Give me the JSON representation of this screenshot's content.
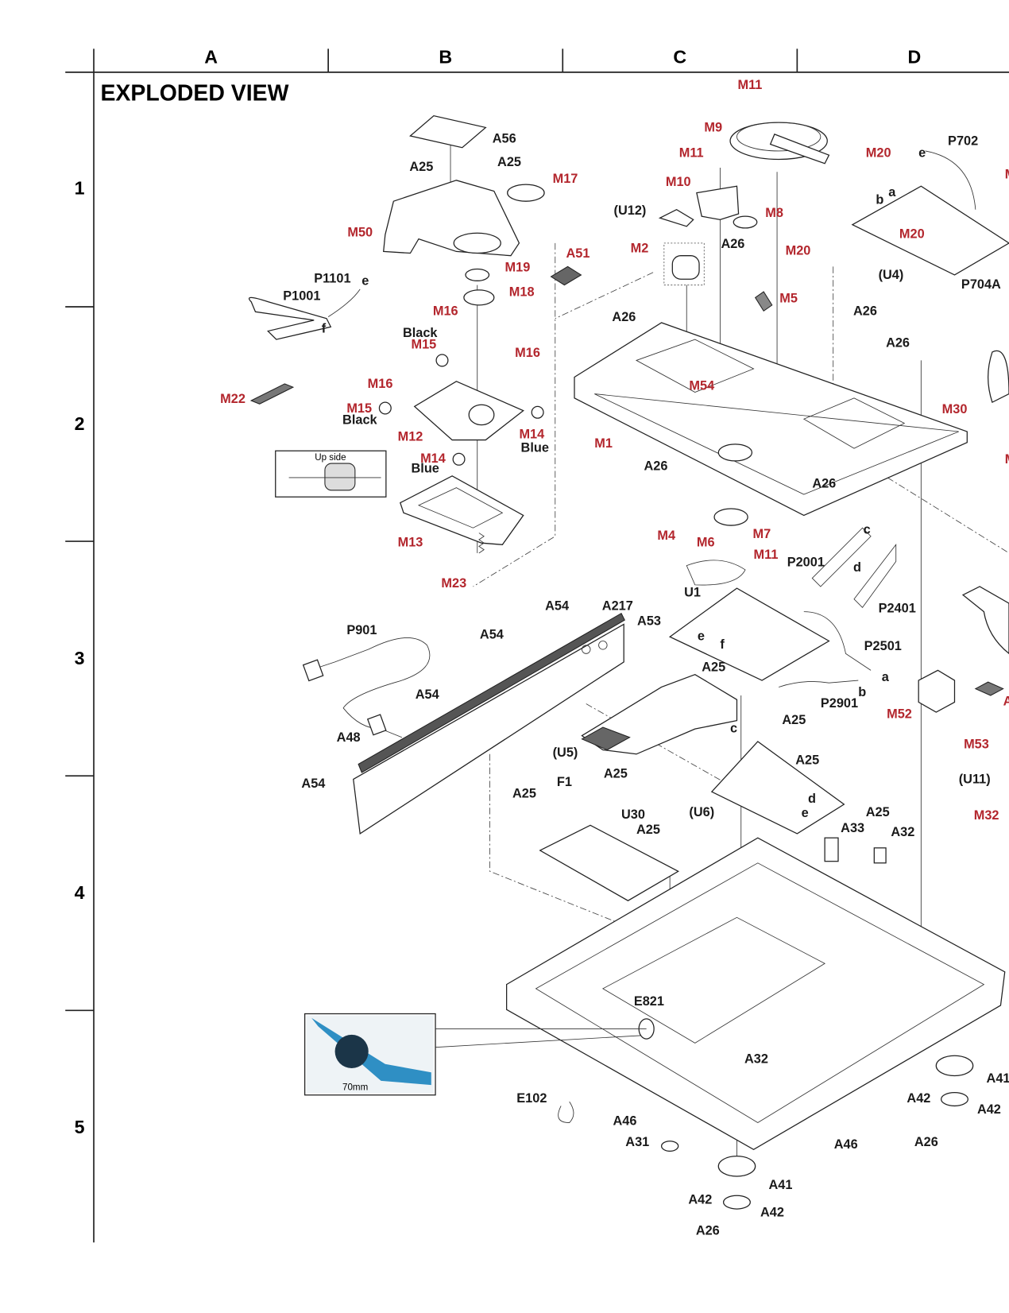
{
  "title": "EXPLODED VIEW",
  "colors": {
    "part_label_red": "#b3262d",
    "part_label_black": "#1a1a1a",
    "photo_blue": "#2f8fc4"
  },
  "columns": [
    "A",
    "B",
    "C",
    "D"
  ],
  "rows": [
    "1",
    "2",
    "3",
    "4",
    "5"
  ],
  "insets": {
    "up_side": "Up side",
    "length": "70mm"
  },
  "labels": [
    {
      "t": "M11",
      "c": "r"
    },
    {
      "t": "M9",
      "c": "r"
    },
    {
      "t": "M11",
      "c": "r"
    },
    {
      "t": "M10",
      "c": "r"
    },
    {
      "t": "M8",
      "c": "r"
    },
    {
      "t": "(U12)",
      "c": "k"
    },
    {
      "t": "M2",
      "c": "r"
    },
    {
      "t": "A26",
      "c": "k"
    },
    {
      "t": "M20",
      "c": "r"
    },
    {
      "t": "M5",
      "c": "r"
    },
    {
      "t": "A26",
      "c": "k"
    },
    {
      "t": "A26",
      "c": "k"
    },
    {
      "t": "A26",
      "c": "k"
    },
    {
      "t": "M54",
      "c": "r"
    },
    {
      "t": "M30",
      "c": "r"
    },
    {
      "t": "M1",
      "c": "r"
    },
    {
      "t": "A26",
      "c": "k"
    },
    {
      "t": "A26",
      "c": "k"
    },
    {
      "t": "M4",
      "c": "r"
    },
    {
      "t": "M6",
      "c": "r"
    },
    {
      "t": "M7",
      "c": "r"
    },
    {
      "t": "M11",
      "c": "r"
    },
    {
      "t": "A56",
      "c": "k"
    },
    {
      "t": "A25",
      "c": "k"
    },
    {
      "t": "A25",
      "c": "k"
    },
    {
      "t": "M17",
      "c": "r"
    },
    {
      "t": "M50",
      "c": "r"
    },
    {
      "t": "A51",
      "c": "r"
    },
    {
      "t": "M19",
      "c": "r"
    },
    {
      "t": "M18",
      "c": "r"
    },
    {
      "t": "P1101",
      "c": "k"
    },
    {
      "t": "e",
      "c": "n"
    },
    {
      "t": "P1001",
      "c": "k"
    },
    {
      "t": "f",
      "c": "n"
    },
    {
      "t": "M16",
      "c": "r"
    },
    {
      "t": "Black",
      "c": "n"
    },
    {
      "t": "M15",
      "c": "r"
    },
    {
      "t": "M16",
      "c": "r"
    },
    {
      "t": "M16",
      "c": "r"
    },
    {
      "t": "M22",
      "c": "r"
    },
    {
      "t": "M15",
      "c": "r"
    },
    {
      "t": "Black",
      "c": "n"
    },
    {
      "t": "M12",
      "c": "r"
    },
    {
      "t": "M14",
      "c": "r"
    },
    {
      "t": "Blue",
      "c": "n"
    },
    {
      "t": "M14",
      "c": "r"
    },
    {
      "t": "Blue",
      "c": "n"
    },
    {
      "t": "M13",
      "c": "r"
    },
    {
      "t": "M23",
      "c": "r"
    },
    {
      "t": "M20",
      "c": "r"
    },
    {
      "t": "P702",
      "c": "k"
    },
    {
      "t": "e",
      "c": "n"
    },
    {
      "t": "M",
      "c": "r"
    },
    {
      "t": "b",
      "c": "n"
    },
    {
      "t": "a",
      "c": "n"
    },
    {
      "t": "M20",
      "c": "r"
    },
    {
      "t": "(U4)",
      "c": "k"
    },
    {
      "t": "P704A",
      "c": "k"
    },
    {
      "t": "M",
      "c": "r"
    },
    {
      "t": "P2001",
      "c": "k"
    },
    {
      "t": "c",
      "c": "n"
    },
    {
      "t": "d",
      "c": "n"
    },
    {
      "t": "U1",
      "c": "k"
    },
    {
      "t": "P2401",
      "c": "k"
    },
    {
      "t": "P2501",
      "c": "k"
    },
    {
      "t": "a",
      "c": "n"
    },
    {
      "t": "b",
      "c": "n"
    },
    {
      "t": "P2901",
      "c": "k"
    },
    {
      "t": "e",
      "c": "n"
    },
    {
      "t": "f",
      "c": "n"
    },
    {
      "t": "A25",
      "c": "k"
    },
    {
      "t": "A25",
      "c": "k"
    },
    {
      "t": "c",
      "c": "n"
    },
    {
      "t": "(U5)",
      "c": "k"
    },
    {
      "t": "M52",
      "c": "r"
    },
    {
      "t": "M53",
      "c": "r"
    },
    {
      "t": "A",
      "c": "r"
    },
    {
      "t": "(U11)",
      "c": "k"
    },
    {
      "t": "M32",
      "c": "r"
    },
    {
      "t": "A54",
      "c": "k"
    },
    {
      "t": "A217",
      "c": "k"
    },
    {
      "t": "A53",
      "c": "k"
    },
    {
      "t": "A54",
      "c": "k"
    },
    {
      "t": "P901",
      "c": "k"
    },
    {
      "t": "A54",
      "c": "k"
    },
    {
      "t": "A48",
      "c": "k"
    },
    {
      "t": "A54",
      "c": "k"
    },
    {
      "t": "F1",
      "c": "k"
    },
    {
      "t": "A25",
      "c": "k"
    },
    {
      "t": "A25",
      "c": "k"
    },
    {
      "t": "U30",
      "c": "k"
    },
    {
      "t": "A25",
      "c": "k"
    },
    {
      "t": "(U6)",
      "c": "k"
    },
    {
      "t": "A25",
      "c": "k"
    },
    {
      "t": "d",
      "c": "n"
    },
    {
      "t": "e",
      "c": "n"
    },
    {
      "t": "A25",
      "c": "k"
    },
    {
      "t": "A33",
      "c": "k"
    },
    {
      "t": "A32",
      "c": "k"
    },
    {
      "t": "E821",
      "c": "k"
    },
    {
      "t": "A32",
      "c": "k"
    },
    {
      "t": "E102",
      "c": "k"
    },
    {
      "t": "A46",
      "c": "k"
    },
    {
      "t": "A31",
      "c": "k"
    },
    {
      "t": "A41",
      "c": "k"
    },
    {
      "t": "A42",
      "c": "k"
    },
    {
      "t": "A42",
      "c": "k"
    },
    {
      "t": "A26",
      "c": "k"
    },
    {
      "t": "A46",
      "c": "k"
    },
    {
      "t": "A41",
      "c": "k"
    },
    {
      "t": "A42",
      "c": "k"
    },
    {
      "t": "A42",
      "c": "k"
    },
    {
      "t": "A26",
      "c": "k"
    }
  ]
}
